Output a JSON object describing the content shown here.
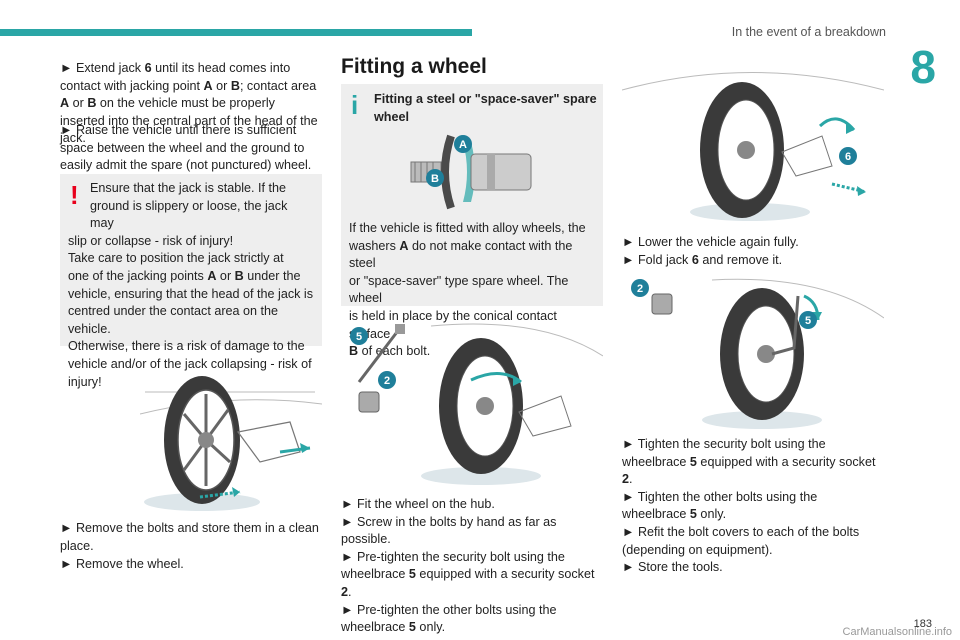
{
  "header": {
    "section": "In the event of a breakdown",
    "chapter": "8"
  },
  "col1": {
    "p1": [
      "► Extend jack ",
      "6",
      " until its head comes into contact with jacking point ",
      "A",
      " or ",
      "B",
      "; contact area ",
      "A",
      " or ",
      "B",
      " on the vehicle must be properly inserted into the central part of the head of the jack."
    ],
    "p2": "► Raise the vehicle until there is sufficient space between the wheel and the ground to easily admit the spare (not punctured) wheel.",
    "warning": {
      "l1": "Ensure that the jack is stable. If the",
      "l2": "ground is slippery or loose, the jack may",
      "l3": "slip or collapse - risk of injury!",
      "l4": "Take care to position the jack strictly at",
      "l5a": "one of the jacking points ",
      "l5b": "A",
      "l5c": " or ",
      "l5d": "B",
      "l5e": " under the",
      "l6": "vehicle, ensuring that the head of the jack is",
      "l7": "centred under the contact area on the vehicle.",
      "l8": "Otherwise, there is a risk of damage to the",
      "l9": "vehicle and/or of the jack collapsing - risk of",
      "l10": "injury!"
    },
    "p3": "► Remove the bolts and store them in a clean place.",
    "p4": "► Remove the wheel."
  },
  "col2": {
    "heading": "Fitting a wheel",
    "info": {
      "title1": "Fitting a steel or \"space-saver\" spare",
      "title2": "wheel",
      "t1": "If the vehicle is fitted with alloy wheels, the",
      "t2a": "washers ",
      "t2b": "A",
      "t2c": " do not make contact with the steel",
      "t3": "or \"space-saver\" type spare wheel. The wheel",
      "t4": "is held in place by the conical contact surface",
      "t5a": "B",
      "t5b": " of each bolt."
    },
    "s1": "► Fit the wheel on the hub.",
    "s2": "► Screw in the bolts by hand as far as possible.",
    "s3a": "► Pre-tighten the security bolt using the",
    "s3b": "wheelbrace ",
    "s3c": "5",
    "s3d": " equipped with a security socket ",
    "s3e": "2",
    "s3f": ".",
    "s4a": "► Pre-tighten the other bolts using the",
    "s4b": "wheelbrace ",
    "s4c": "5",
    "s4d": " only."
  },
  "col3": {
    "l1": "► Lower the vehicle again fully.",
    "l2a": "► Fold jack ",
    "l2b": "6",
    "l2c": " and remove it.",
    "m1": "► Tighten the security bolt using the",
    "m2a": "wheelbrace ",
    "m2b": "5",
    "m2c": " equipped with a security socket ",
    "m2d": "2",
    "m2e": ".",
    "m3": "► Tighten the other bolts using the",
    "m4a": "wheelbrace ",
    "m4b": "5",
    "m4c": " only.",
    "m5": "► Refit the bolt covers to each of the bolts",
    "m6": "(depending on equipment).",
    "m7": "► Store the tools."
  },
  "labels": {
    "A": "A",
    "B": "B",
    "n2": "2",
    "n5": "5",
    "n6": "6"
  },
  "footer": {
    "page": "183",
    "watermark": "CarManualsonline.info"
  },
  "colors": {
    "accent": "#2aa6a6",
    "warning": "#e8001c",
    "badge": "#1f7f9a"
  }
}
